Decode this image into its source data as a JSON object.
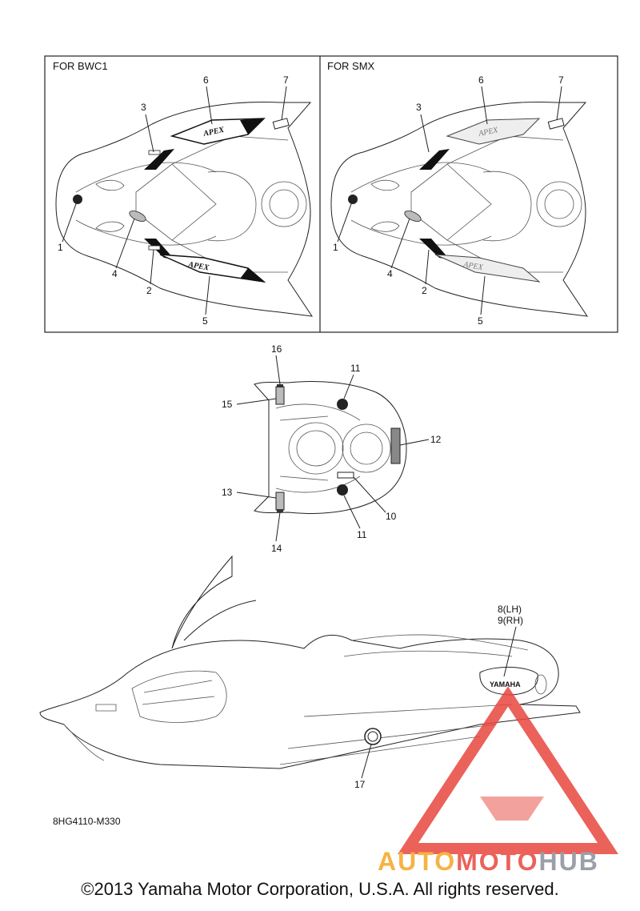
{
  "panels": {
    "left_title": "FOR BWC1",
    "right_title": "FOR SMX"
  },
  "callouts": {
    "c1": "1",
    "c2": "2",
    "c3": "3",
    "c4": "4",
    "c5": "5",
    "c6": "6",
    "c7": "7",
    "c8": "8(LH)",
    "c9": "9(RH)",
    "c10": "10",
    "c11": "11",
    "c12": "12",
    "c13": "13",
    "c14": "14",
    "c15": "15",
    "c16": "16",
    "c17": "17"
  },
  "decals": {
    "apex": "APEX",
    "yamaha": "YAMAHA"
  },
  "diagram_code": "8HG4110-M330",
  "watermark": {
    "part1": "AUTO",
    "part2": "MOTO",
    "part3": "HUB"
  },
  "copyright": "©2013 Yamaha Motor Corporation, U.S.A. All rights reserved.",
  "colors": {
    "watermark_red": "#e8473e",
    "watermark_orange": "#f5a623",
    "watermark_gray": "#8a8f98"
  }
}
